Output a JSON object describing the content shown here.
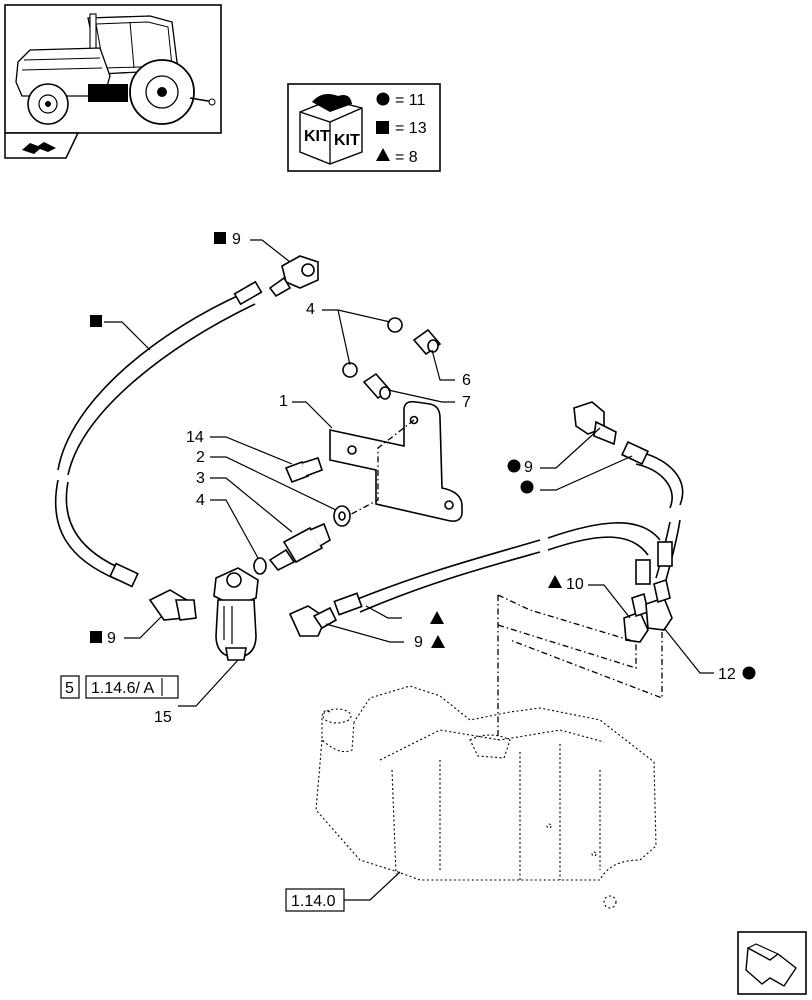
{
  "kit_legend": {
    "kit_word_1": "KIT",
    "kit_word_2": "KIT",
    "circle_text": "= 11",
    "square_text": "= 13",
    "triangle_text": "= 8"
  },
  "callouts": {
    "c_sq9_top": "9",
    "c_4_top": "4",
    "c_6": "6",
    "c_7": "7",
    "c_1": "1",
    "c_14": "14",
    "c_2": "2",
    "c_3": "3",
    "c_4_mid": "4",
    "c_circ9": "9",
    "c_tri10": "10",
    "c_sq9_bot": "9",
    "c_9tri": "9",
    "c_12circ": "12",
    "c_5": "5",
    "c_ref_a": "1.14.6/  A",
    "c_15": "15",
    "c_ref_tank": "1.14.0"
  },
  "icons": {
    "tractor": "tractor-thumbnail-icon",
    "nav_top": "page-turn-icon",
    "nav_bottom": "next-page-arrow-icon",
    "kit": "kit-box-icon"
  }
}
